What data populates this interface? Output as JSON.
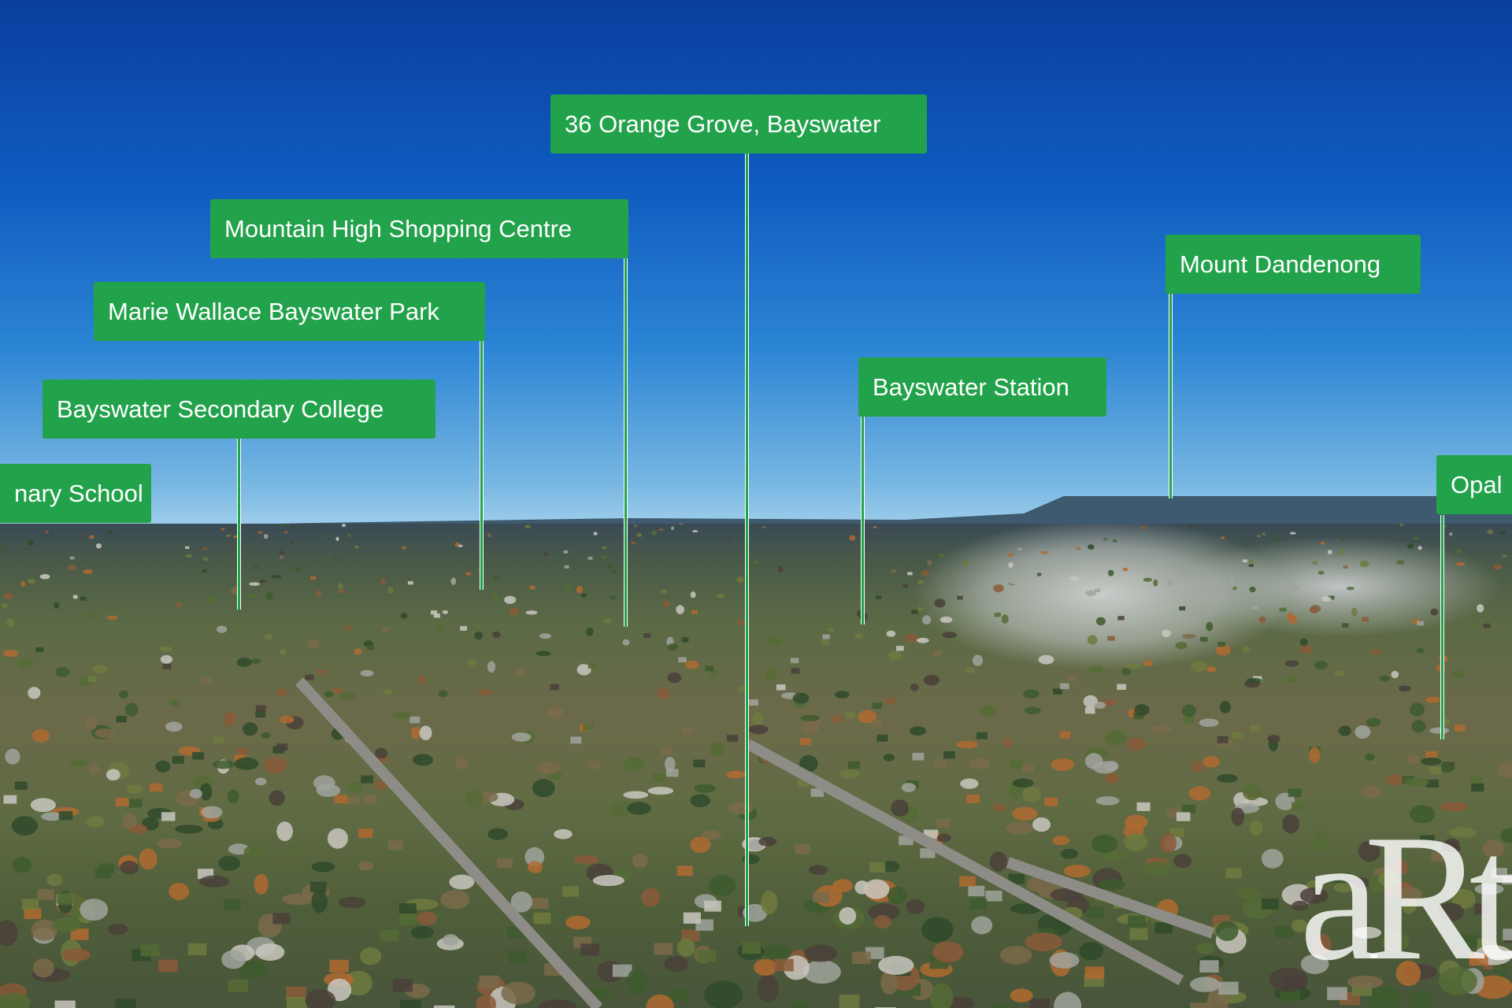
{
  "labels": [
    {
      "text": "36 Orange Grove, Bayswater"
    },
    {
      "text": "Mountain High Shopping Centre"
    },
    {
      "text": "Marie Wallace Bayswater Park"
    },
    {
      "text": "Bayswater Secondary College"
    },
    {
      "text": "nary School"
    },
    {
      "text": "Bayswater Station"
    },
    {
      "text": "Mount Dandenong"
    },
    {
      "text": "Opal"
    }
  ],
  "logo": {
    "text": "aRt"
  },
  "colors": {
    "label_green": "#22a24a",
    "sky_top": "#0a3f9e"
  }
}
